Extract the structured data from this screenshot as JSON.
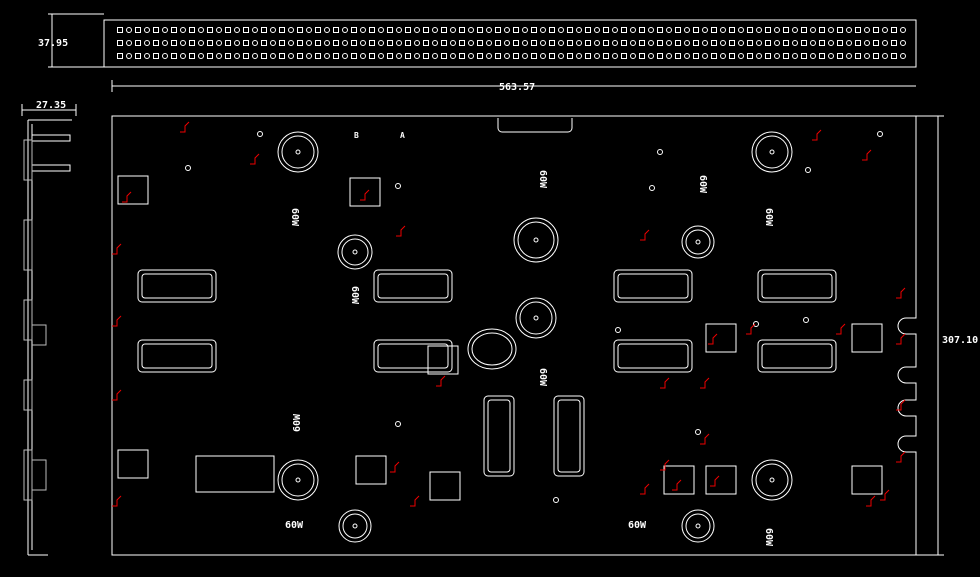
{
  "dimensions": {
    "top_height": "37.95",
    "side_width": "27.35",
    "board_width": "563.57",
    "board_height": "307.10"
  },
  "labels": {
    "pin_a": "A",
    "pin_b": "B",
    "power_rating": "60W"
  },
  "colors": {
    "background": "#000000",
    "lines": "#ffffff",
    "markers": "#e00000"
  }
}
